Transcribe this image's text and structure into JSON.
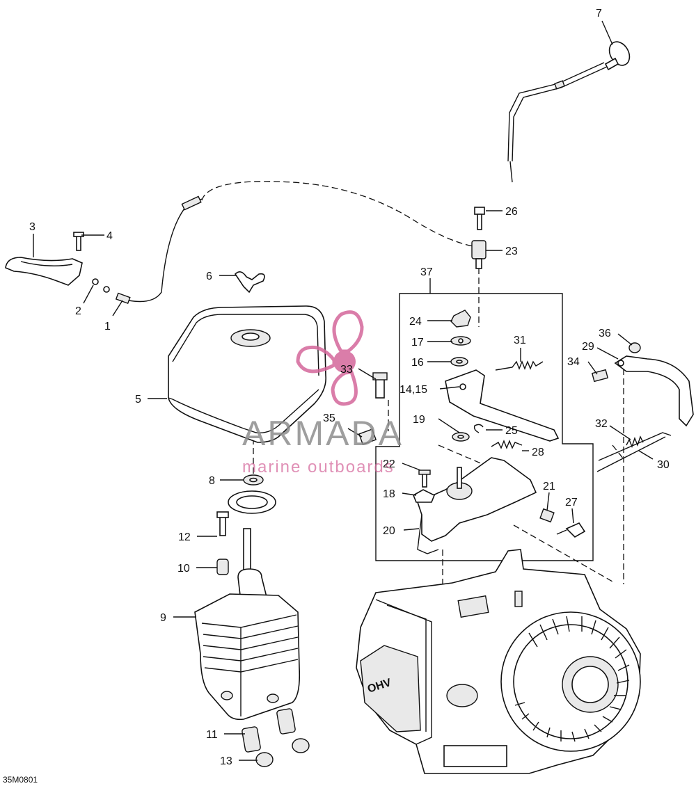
{
  "drawing_code": "35M0801",
  "watermark": {
    "brand": "ARMADA",
    "tagline": "marine outboards",
    "logo_icon": "propeller-icon",
    "accent_color": "#d4679b"
  },
  "callouts": {
    "c1": "1",
    "c2": "2",
    "c3": "3",
    "c4": "4",
    "c5": "5",
    "c6": "6",
    "c7": "7",
    "c8": "8",
    "c9": "9",
    "c10": "10",
    "c11": "11",
    "c12": "12",
    "c13": "13",
    "c1415": "14,15",
    "c16": "16",
    "c17": "17",
    "c18": "18",
    "c19": "19",
    "c20": "20",
    "c21": "21",
    "c22": "22",
    "c23": "23",
    "c24": "24",
    "c25": "25",
    "c26": "26",
    "c27": "27",
    "c28": "28",
    "c29": "29",
    "c30": "30",
    "c31": "31",
    "c32": "32",
    "c33": "33",
    "c34": "34",
    "c35": "35",
    "c36": "36",
    "c37": "37"
  }
}
